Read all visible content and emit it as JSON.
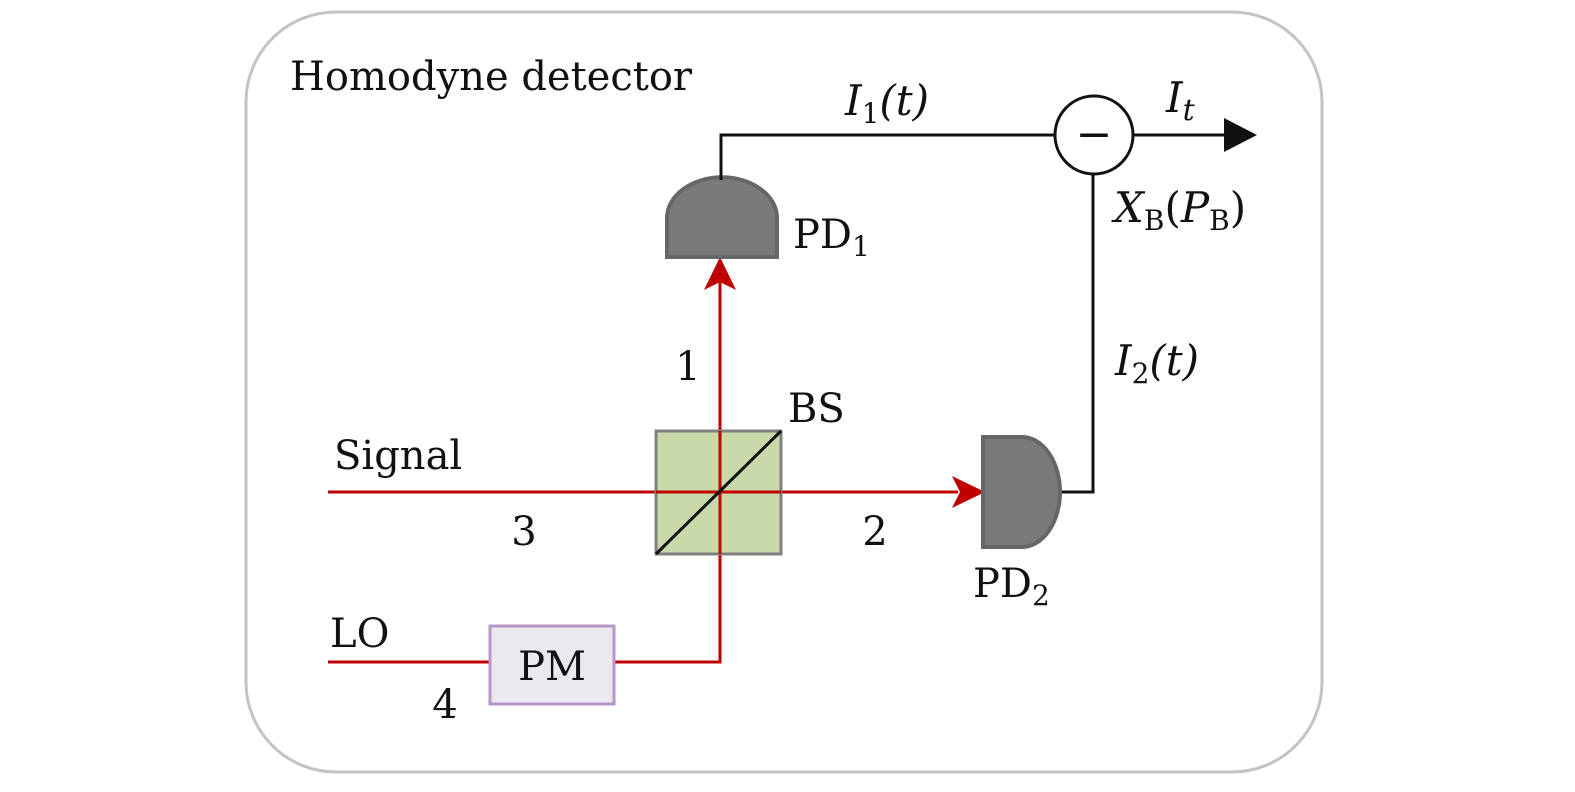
{
  "title": "Homodyne detector",
  "colors": {
    "frame": "#c3c3c3",
    "beam": "#c00000",
    "wire": "#111111",
    "detector_fill": "#7a7a7a",
    "detector_stroke": "#666666",
    "bs_fill": "#c4d6a2",
    "bs_stroke": "#808080",
    "pm_fill": "#ece8f0",
    "pm_stroke": "#b497c6"
  },
  "inputs": {
    "signal": "Signal",
    "lo": "LO"
  },
  "components": {
    "beam_splitter": "BS",
    "phase_modulator": "PM",
    "pd1": {
      "base": "PD",
      "sub": "1"
    },
    "pd2": {
      "base": "PD",
      "sub": "2"
    },
    "subtractor_symbol": "−"
  },
  "ports": {
    "p1": "1",
    "p2": "2",
    "p3": "3",
    "p4": "4"
  },
  "signals": {
    "i1": {
      "base": "I",
      "sub": "1",
      "arg": "(t)"
    },
    "i2": {
      "base": "I",
      "sub": "2",
      "arg": "(t)"
    },
    "it": {
      "base": "I",
      "sub": "t"
    },
    "xb": {
      "x": "X",
      "xsub": "B",
      "open": "(",
      "p": "P",
      "psub": "B",
      "close": ")"
    }
  }
}
